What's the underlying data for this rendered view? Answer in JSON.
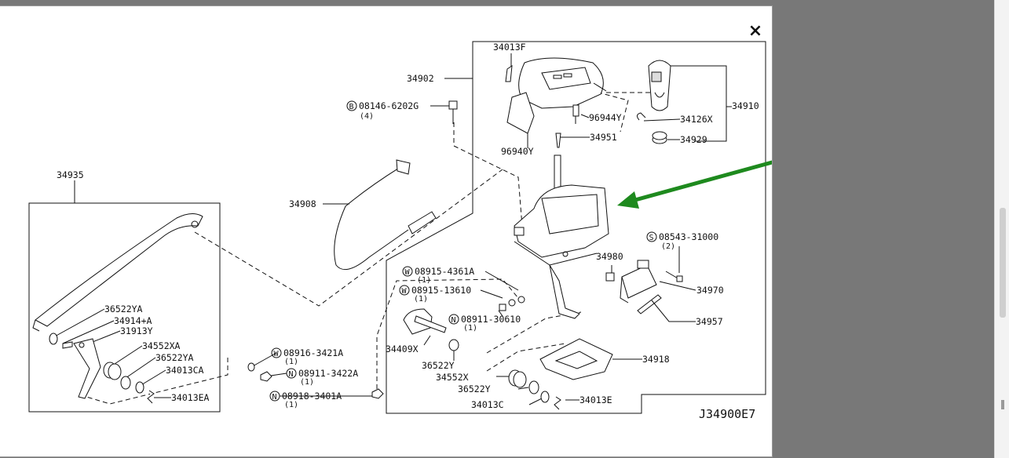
{
  "modal": {
    "close_label": "×"
  },
  "diagram": {
    "reference_code": "J34900E7",
    "callouts": [
      {
        "id": "34013F",
        "text": "34013F"
      },
      {
        "id": "34902",
        "text": "34902"
      },
      {
        "id": "34910",
        "text": "34910"
      },
      {
        "id": "08146-6202G",
        "text": "08146-6202G"
      },
      {
        "id": "08146-qty",
        "text": "(4)"
      },
      {
        "id": "96944Y",
        "text": "96944Y"
      },
      {
        "id": "34126X",
        "text": "34126X"
      },
      {
        "id": "34929",
        "text": "34929"
      },
      {
        "id": "34951",
        "text": "34951"
      },
      {
        "id": "96940Y",
        "text": "96940Y"
      },
      {
        "id": "34935",
        "text": "34935"
      },
      {
        "id": "34908",
        "text": "34908"
      },
      {
        "id": "08543-31000",
        "text": "08543-31000"
      },
      {
        "id": "08543-qty",
        "text": "(2)"
      },
      {
        "id": "34980",
        "text": "34980"
      },
      {
        "id": "08915-4361A",
        "text": "08915-4361A"
      },
      {
        "id": "08915-4361A-qty",
        "text": "(1)"
      },
      {
        "id": "08915-13610",
        "text": "08915-13610"
      },
      {
        "id": "08915-13610-qty",
        "text": "(1)"
      },
      {
        "id": "34970",
        "text": "34970"
      },
      {
        "id": "08911-30610",
        "text": "08911-30610"
      },
      {
        "id": "08911-30610-qty",
        "text": "(1)"
      },
      {
        "id": "34957",
        "text": "34957"
      },
      {
        "id": "36522YA-1",
        "text": "36522YA"
      },
      {
        "id": "34914+A",
        "text": "34914+A"
      },
      {
        "id": "31913Y",
        "text": "31913Y"
      },
      {
        "id": "34552XA",
        "text": "34552XA"
      },
      {
        "id": "36522YA-2",
        "text": "36522YA"
      },
      {
        "id": "34013CA",
        "text": "34013CA"
      },
      {
        "id": "34013EA",
        "text": "34013EA"
      },
      {
        "id": "08916-3421A",
        "text": "08916-3421A"
      },
      {
        "id": "08916-qty",
        "text": "(1)"
      },
      {
        "id": "08911-3422A",
        "text": "08911-3422A"
      },
      {
        "id": "08911-3422A-qty",
        "text": "(1)"
      },
      {
        "id": "08918-3401A",
        "text": "08918-3401A"
      },
      {
        "id": "08918-qty",
        "text": "(1)"
      },
      {
        "id": "34409X",
        "text": "34409X"
      },
      {
        "id": "36522Y-1",
        "text": "36522Y"
      },
      {
        "id": "34552X",
        "text": "34552X"
      },
      {
        "id": "36522Y-2",
        "text": "36522Y"
      },
      {
        "id": "34013C",
        "text": "34013C"
      },
      {
        "id": "34013E",
        "text": "34013E"
      },
      {
        "id": "34918",
        "text": "34918"
      }
    ],
    "symbols": {
      "B": "B",
      "S": "S",
      "W": "W",
      "N": "N"
    },
    "highlight_arrow_color": "#1e8a1e"
  }
}
